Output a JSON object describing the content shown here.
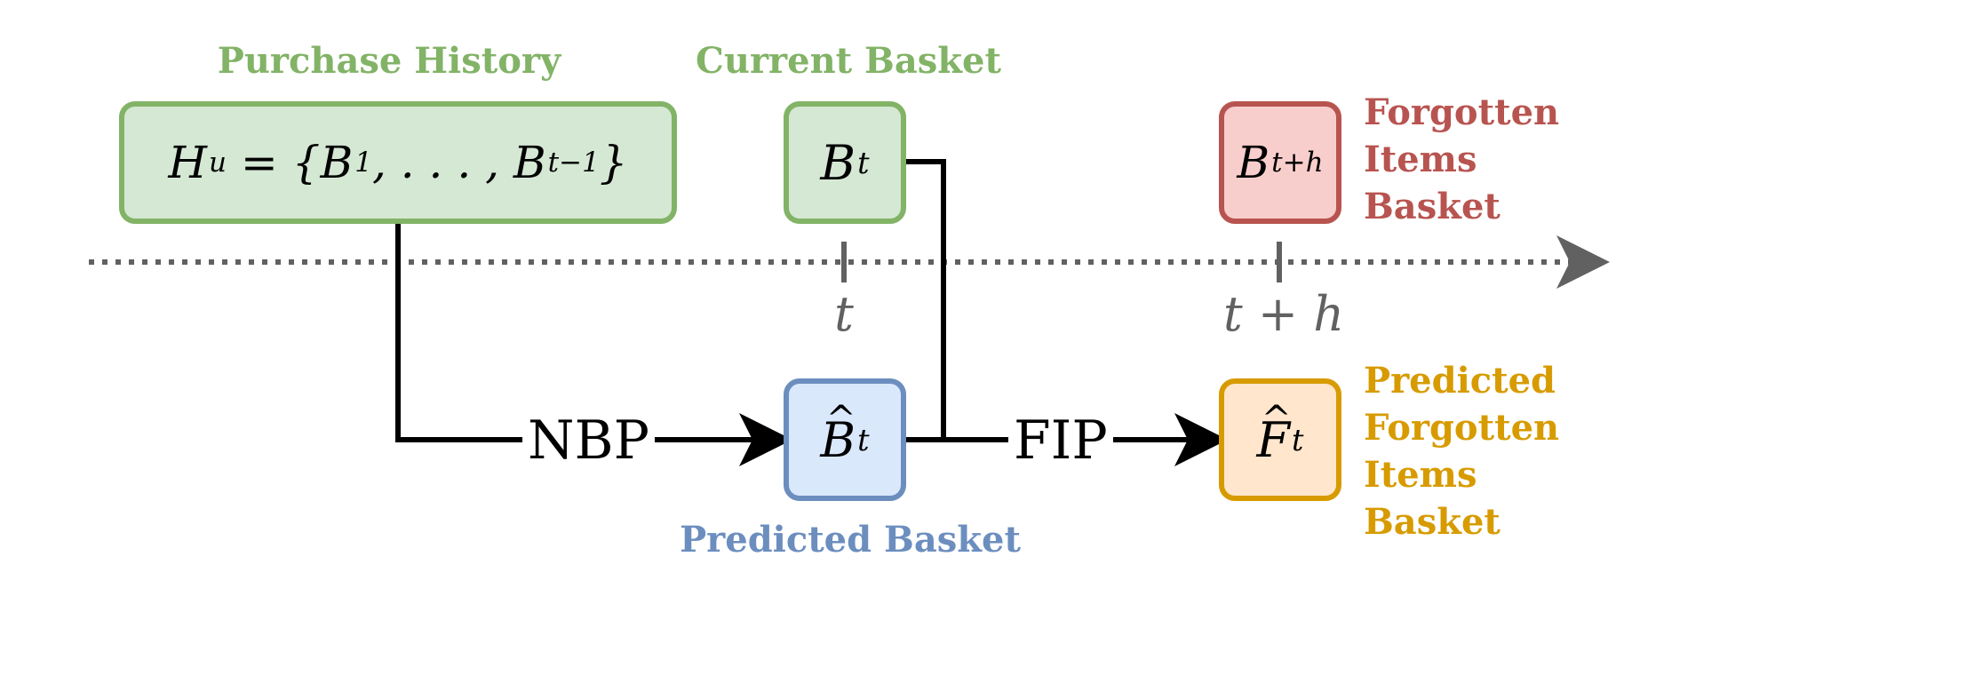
{
  "colors": {
    "green_fill": "#d5e8d4",
    "green_stroke": "#82b366",
    "blue_fill": "#dae8fc",
    "blue_stroke": "#6c8ebf",
    "red_fill": "#f8cecc",
    "red_stroke": "#b85450",
    "orange_fill": "#ffe6cc",
    "orange_stroke": "#d79b00",
    "timeline": "#616161",
    "arrow": "#000000"
  },
  "labels": {
    "purchase_history": "Purchase History",
    "current_basket": "Current Basket",
    "predicted_basket": "Predicted Basket",
    "forgotten": [
      "Forgotten",
      "Items",
      "Basket"
    ],
    "predicted_forgotten": [
      "Predicted",
      "Forgotten",
      "Items",
      "Basket"
    ]
  },
  "boxes": {
    "history": {
      "var": "H",
      "sub": "u",
      "rest": " = {B",
      "sub1": "1",
      "mid": ", . . . , B",
      "sub2": "t−1",
      "end": "}"
    },
    "current": {
      "var": "B",
      "sub": "t"
    },
    "forgotten": {
      "var": "B",
      "sub": "t+h"
    },
    "predicted": {
      "var": "B",
      "sub": "t"
    },
    "pred_forgotten": {
      "var": "F",
      "sub": "t"
    }
  },
  "edges": {
    "nbp": "NBP",
    "fip": "FIP"
  },
  "ticks": {
    "t": "t",
    "t_plus_h": "t + h"
  }
}
